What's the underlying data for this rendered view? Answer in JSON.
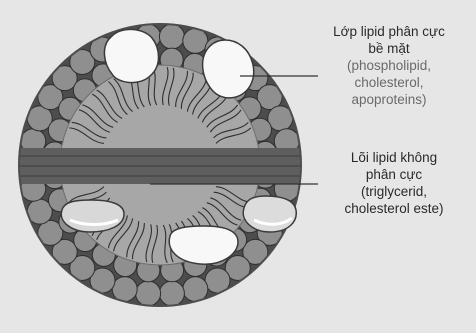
{
  "labels": {
    "surface_layer": {
      "title_line1": "Lớp lipid phân cực",
      "title_line2": "bề mặt",
      "detail_line1": "(phospholipid,",
      "detail_line2": "cholesterol,",
      "detail_line3": "apoproteins)"
    },
    "core": {
      "title_line1": "Lõi lipid không",
      "title_line2": "phân cực",
      "detail_line1": "(triglycerid,",
      "detail_line2": "cholesterol este)"
    }
  },
  "colors": {
    "background": "#e6e6e6",
    "head_fill": "#8f8f8f",
    "core_fill": "#a7a7a7",
    "band_fill": "#626262",
    "protein_fill": "#f8f8f8",
    "outline": "#3a3a3a"
  }
}
